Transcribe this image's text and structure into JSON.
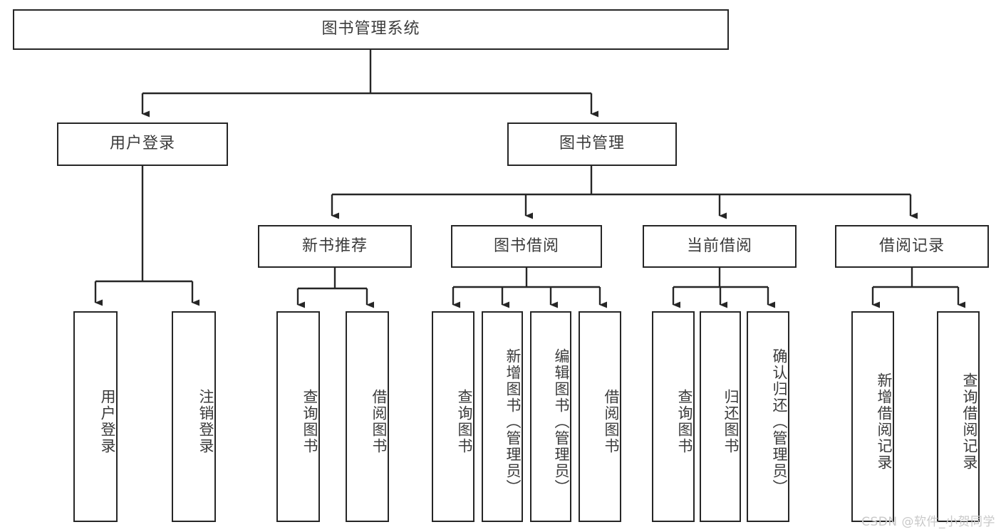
{
  "diagram": {
    "title": "图书管理系统",
    "watermark": "CSDN @软件_小贺同学",
    "colors": {
      "box_border": "#262626",
      "box_fill": "#ffffff",
      "text": "#3b3b3b",
      "connector": "#262626",
      "watermark": "#c9c9c9",
      "background": "#ffffff"
    },
    "root": {
      "label": "图书管理系统"
    },
    "level2": [
      {
        "label": "用户登录"
      },
      {
        "label": "图书管理"
      }
    ],
    "level3": [
      {
        "label": "新书推荐"
      },
      {
        "label": "图书借阅"
      },
      {
        "label": "当前借阅"
      },
      {
        "label": "借阅记录"
      }
    ],
    "leaves": {
      "user_login": [
        {
          "label": "用户登录"
        },
        {
          "label": "注销登录"
        }
      ],
      "new_book_recommend": [
        {
          "label": "查询图书"
        },
        {
          "label": "借阅图书"
        }
      ],
      "book_borrow": [
        {
          "label": "查询图书"
        },
        {
          "label": "新增图书（管理员）"
        },
        {
          "label": "编辑图书（管理员）"
        },
        {
          "label": "借阅图书"
        }
      ],
      "current_borrow": [
        {
          "label": "查询图书"
        },
        {
          "label": "归还图书"
        },
        {
          "label": "确认归还（管理员）"
        }
      ],
      "borrow_records": [
        {
          "label": "新增借阅记录"
        },
        {
          "label": "查询借阅记录"
        }
      ]
    }
  }
}
